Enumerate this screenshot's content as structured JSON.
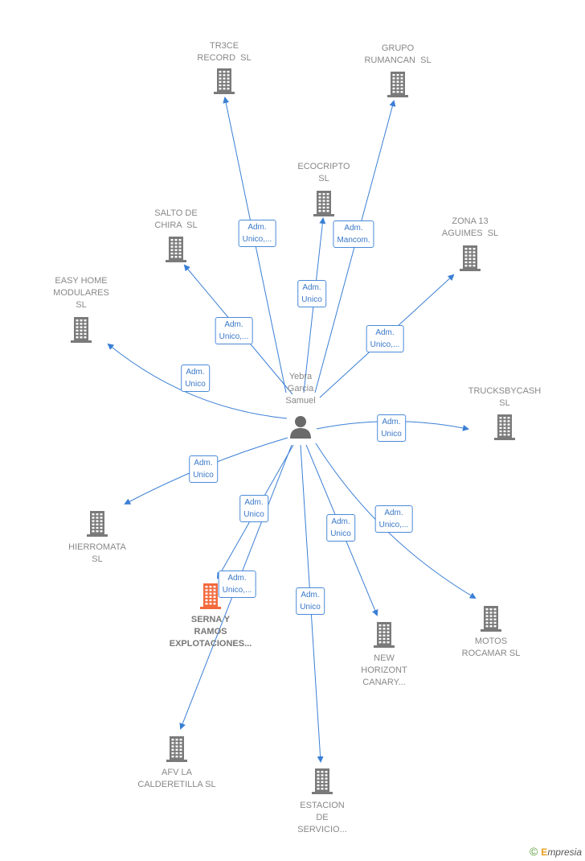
{
  "colors": {
    "edge": "#3a7fd5",
    "node_icon": "#7a7a7a",
    "focus_icon": "#f26a3d",
    "person_icon": "#6a6a6a"
  },
  "center": {
    "label": "Yebra\nGarcia\nSamuel",
    "icon": "person-icon"
  },
  "nodes": [
    {
      "id": "tr3ce",
      "label": "TR3CE\nRECORD  SL",
      "icon": "building-icon",
      "focus": false
    },
    {
      "id": "grupo",
      "label": "GRUPO\nRUMANCAN  SL",
      "icon": "building-icon",
      "focus": false
    },
    {
      "id": "ecocripto",
      "label": "ECOCRIPTO\nSL",
      "icon": "building-icon",
      "focus": false
    },
    {
      "id": "salto",
      "label": "SALTO DE\nCHIRA  SL",
      "icon": "building-icon",
      "focus": false
    },
    {
      "id": "zona13",
      "label": "ZONA 13\nAGUIMES  SL",
      "icon": "building-icon",
      "focus": false
    },
    {
      "id": "easyhome",
      "label": "EASY HOME\nMODULARES\nSL",
      "icon": "building-icon",
      "focus": false
    },
    {
      "id": "trucks",
      "label": "TRUCKSBYCASH\nSL",
      "icon": "building-icon",
      "focus": false
    },
    {
      "id": "hierromata",
      "label": "HIERROMATA\nSL",
      "icon": "building-icon",
      "focus": false
    },
    {
      "id": "serna",
      "label": "SERNA Y\nRAMOS\nEXPLOTACIONES...",
      "icon": "building-icon",
      "focus": true
    },
    {
      "id": "newhorizont",
      "label": "NEW\nHORIZONT\nCANARY...",
      "icon": "building-icon",
      "focus": false
    },
    {
      "id": "motos",
      "label": "MOTOS\nROCAMAR SL",
      "icon": "building-icon",
      "focus": false
    },
    {
      "id": "afv",
      "label": "AFV LA\nCALDERETILLA SL",
      "icon": "building-icon",
      "focus": false
    },
    {
      "id": "estacion",
      "label": "ESTACION\nDE\nSERVICIO...",
      "icon": "building-icon",
      "focus": false
    }
  ],
  "edges": [
    {
      "to": "tr3ce",
      "label": "Adm.\nUnico,..."
    },
    {
      "to": "grupo",
      "label": "Adm.\nMancom."
    },
    {
      "to": "ecocripto",
      "label": "Adm.\nUnico"
    },
    {
      "to": "salto",
      "label": "Adm.\nUnico,..."
    },
    {
      "to": "zona13",
      "label": "Adm.\nUnico,..."
    },
    {
      "to": "easyhome",
      "label": "Adm.\nUnico"
    },
    {
      "to": "trucks",
      "label": "Adm.\nUnico"
    },
    {
      "to": "hierromata",
      "label": "Adm.\nUnico"
    },
    {
      "to": "serna",
      "label": "Adm.\nUnico"
    },
    {
      "to": "afv",
      "label": "Adm.\nUnico,..."
    },
    {
      "to": "newhorizont",
      "label": "Adm.\nUnico"
    },
    {
      "to": "motos",
      "label": "Adm.\nUnico,..."
    },
    {
      "to": "estacion",
      "label": "Adm.\nUnico"
    }
  ],
  "footer": {
    "copyright": "©",
    "brand_initial": "E",
    "brand_rest": "mpresia"
  }
}
